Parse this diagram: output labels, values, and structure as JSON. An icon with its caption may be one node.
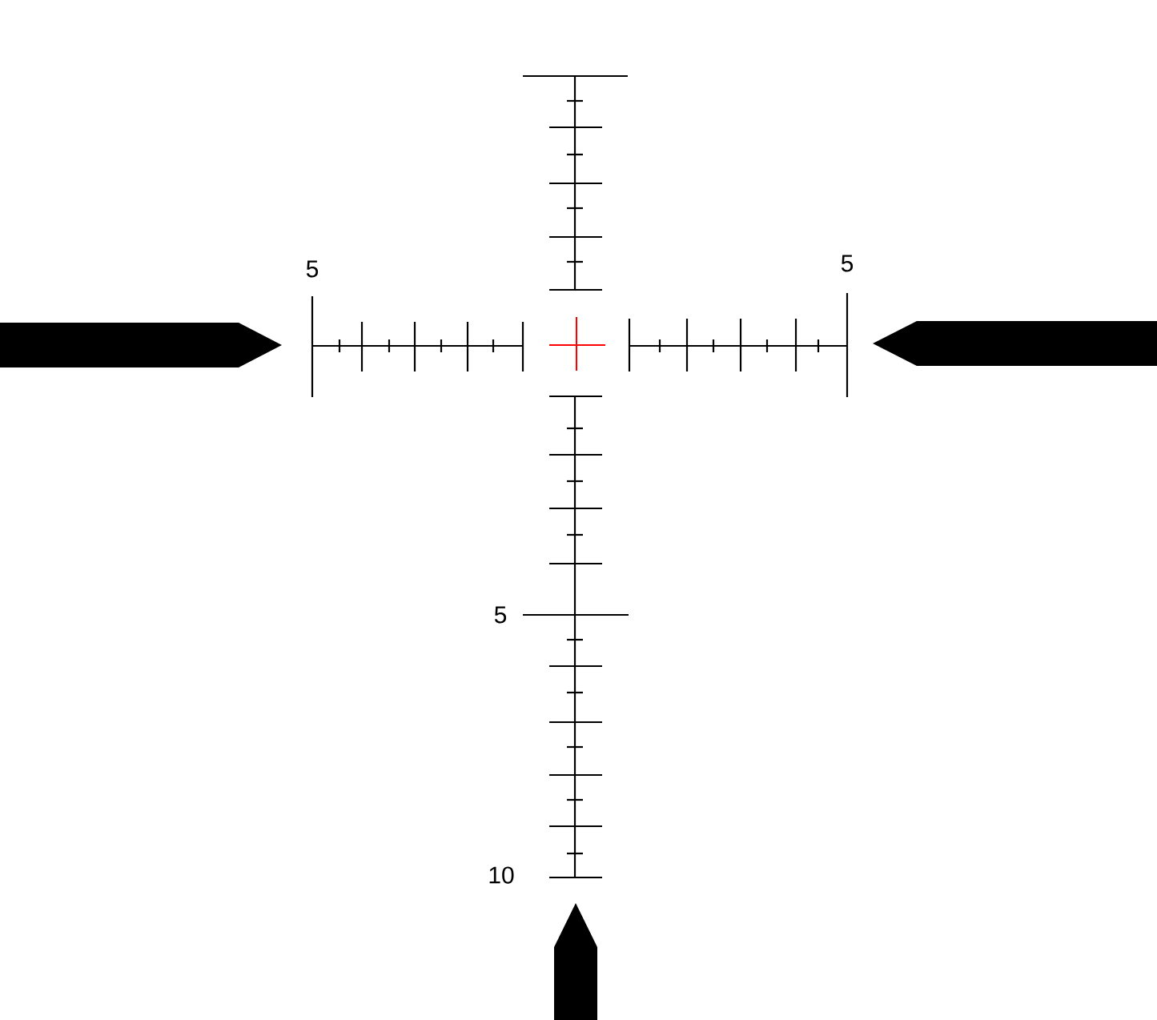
{
  "diagram": {
    "labels": [
      "5",
      "5",
      "5",
      "10"
    ]
  }
}
